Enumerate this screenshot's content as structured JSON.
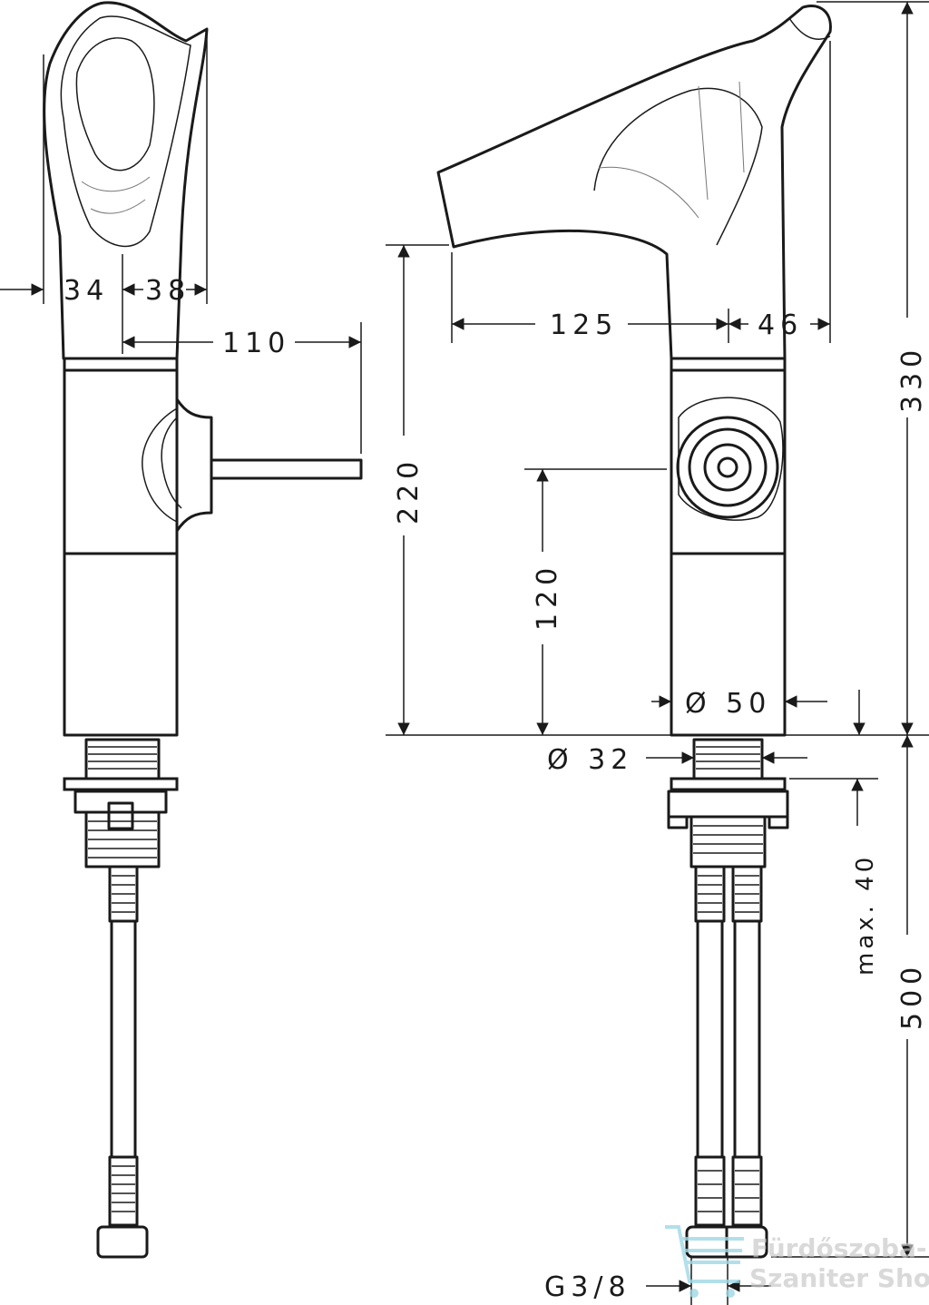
{
  "drawing": {
    "side_view": {
      "dim_34": "34",
      "dim_38": "38",
      "dim_110": "110"
    },
    "front_view": {
      "dim_125": "125",
      "dim_46": "46",
      "dim_330": "330",
      "dim_220": "220",
      "dim_120": "120",
      "dim_d50": "Ø 50",
      "dim_d32": "Ø 32",
      "dim_max40": "max. 40",
      "dim_500": "500",
      "dim_g38": "G3/8"
    }
  },
  "watermark": {
    "line1": "Fürdőszoba-",
    "line2": "Szaniter Shop",
    "color": "#9fd8e6"
  }
}
